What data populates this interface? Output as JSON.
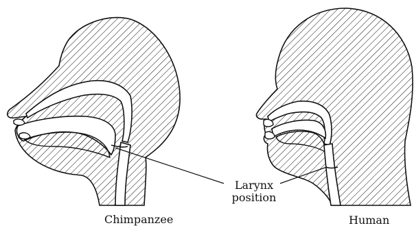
{
  "labels": {
    "chimpanzee": "Chimpanzee",
    "human": "Human",
    "larynx_line1": "Larynx",
    "larynx_line2": "position"
  },
  "colors": {
    "ink": "#111111",
    "background": "#ffffff"
  }
}
